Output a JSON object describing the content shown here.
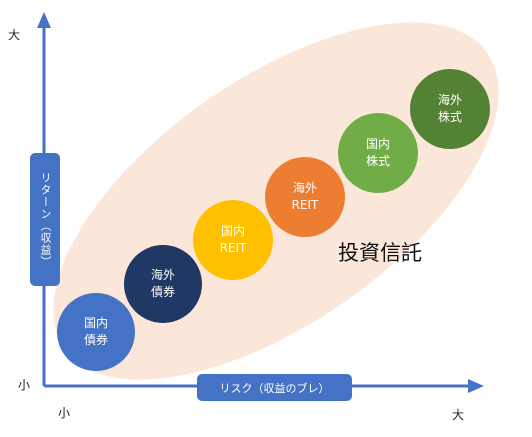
{
  "axes": {
    "y_high": "大",
    "y_low": "小",
    "x_low": "小",
    "x_high": "大",
    "y_title": "リターン（収益）",
    "x_title": "リスク（収益のブレ）"
  },
  "region_label": "投資信託",
  "colors": {
    "axis": "#4472c4",
    "ellipse": "#fbe6da"
  },
  "assets": [
    {
      "line1": "国内",
      "line2": "債券",
      "color": "#4472c4"
    },
    {
      "line1": "海外",
      "line2": "債券",
      "color": "#203864"
    },
    {
      "line1": "国内",
      "line2": "REIT",
      "color": "#ffc000"
    },
    {
      "line1": "海外",
      "line2": "REIT",
      "color": "#ed7d31"
    },
    {
      "line1": "国内",
      "line2": "株式",
      "color": "#70ad47"
    },
    {
      "line1": "海外",
      "line2": "株式",
      "color": "#548235"
    }
  ]
}
